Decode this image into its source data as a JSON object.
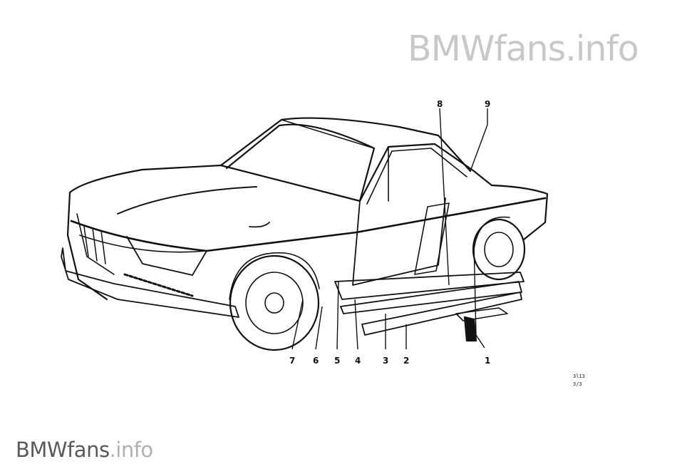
{
  "watermark_top": {
    "text": "BMWfans",
    "suffix": ".info"
  },
  "watermark_bottom": {
    "text": "BMWfans",
    "suffix": ".info"
  },
  "diagram": {
    "callouts": [
      "1",
      "2",
      "3",
      "4",
      "5",
      "6",
      "7",
      "8",
      "9"
    ],
    "ref_code_1": "3l13",
    "ref_code_2": "3/3",
    "line_color": "#111111",
    "watermark_color": "#c8c8c8"
  }
}
